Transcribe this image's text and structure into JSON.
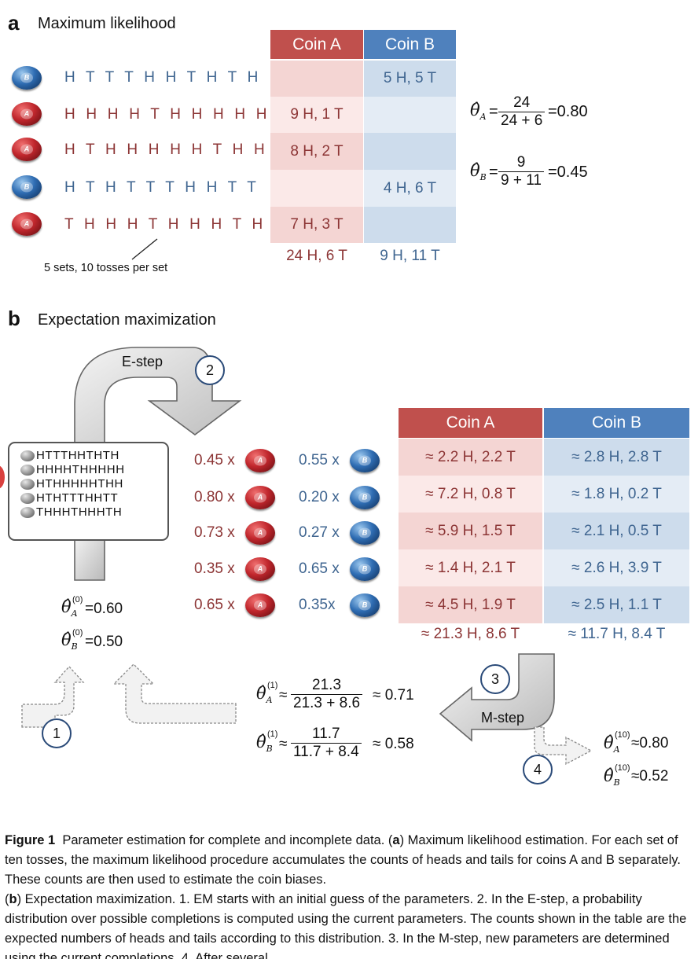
{
  "panel_a": {
    "letter": "a",
    "title": "Maximum likelihood",
    "sequences": [
      {
        "coin": "B",
        "tosses": "H T T T H H T H T H"
      },
      {
        "coin": "A",
        "tosses": "H H H H T H H H H H"
      },
      {
        "coin": "A",
        "tosses": "H T H H H H H T H H"
      },
      {
        "coin": "B",
        "tosses": "H T H T T T H H T T"
      },
      {
        "coin": "A",
        "tosses": "T H H H T H H H T H"
      }
    ],
    "note": "5 sets, 10 tosses per set",
    "table": {
      "header_a": "Coin A",
      "header_b": "Coin B",
      "rows": [
        {
          "a": "",
          "b": "5 H, 5 T"
        },
        {
          "a": "9 H, 1 T",
          "b": ""
        },
        {
          "a": "8 H, 2 T",
          "b": ""
        },
        {
          "a": "",
          "b": "4 H, 6 T"
        },
        {
          "a": "7 H, 3 T",
          "b": ""
        }
      ],
      "total_a": "24 H, 6 T",
      "total_b": "9 H, 11 T"
    },
    "estimates": {
      "theta_a": {
        "num": "24",
        "den": "24 + 6",
        "result": "=0.80"
      },
      "theta_b": {
        "num": "9",
        "den": "9 + 11",
        "result": "=0.45"
      }
    }
  },
  "panel_b": {
    "letter": "b",
    "title": "Expectation maximization",
    "estep_label": "E-step",
    "mstep_label": "M-step",
    "steps": [
      "1",
      "2",
      "3",
      "4"
    ],
    "mini_list": [
      "HTTTHHTHTH",
      "HHHHTHHHHH",
      "HTHHHHHTHH",
      "HTHTTTHHTT",
      "THHHTHHHTH"
    ],
    "weights": [
      {
        "a": "0.45 x",
        "b": "0.55 x"
      },
      {
        "a": "0.80 x",
        "b": "0.20 x"
      },
      {
        "a": "0.73 x",
        "b": "0.27 x"
      },
      {
        "a": "0.35 x",
        "b": "0.65 x"
      },
      {
        "a": "0.65 x",
        "b": "0.35x"
      }
    ],
    "table": {
      "header_a": "Coin A",
      "header_b": "Coin B",
      "rows": [
        {
          "a": "≈ 2.2 H, 2.2 T",
          "b": "≈ 2.8 H, 2.8 T"
        },
        {
          "a": "≈ 7.2 H, 0.8 T",
          "b": "≈ 1.8 H, 0.2 T"
        },
        {
          "a": "≈ 5.9 H, 1.5 T",
          "b": "≈ 2.1 H, 0.5 T"
        },
        {
          "a": "≈ 1.4 H, 2.1 T",
          "b": "≈ 2.6 H, 3.9 T"
        },
        {
          "a": "≈ 4.5 H, 1.9 T",
          "b": "≈ 2.5 H, 1.1 T"
        }
      ],
      "total_a": "≈ 21.3 H, 8.6 T",
      "total_b": "≈ 11.7 H, 8.4 T"
    },
    "initial": {
      "theta_a": "=0.60",
      "theta_b": "=0.50"
    },
    "updated": {
      "theta_a": {
        "num": "21.3",
        "den": "21.3 + 8.6",
        "result": "≈ 0.71"
      },
      "theta_b": {
        "num": "11.7",
        "den": "11.7 + 8.4",
        "result": "≈ 0.58"
      }
    },
    "final": {
      "theta_a": "≈0.80",
      "theta_b": "≈0.52"
    },
    "sup0": "(0)",
    "sup1": "(1)",
    "sup10": "(10)",
    "approx": "≈",
    "equals": "="
  },
  "caption": {
    "label": "Figure 1",
    "text1": "Parameter estimation for complete and incomplete data. (",
    "a": "a",
    "text2": ") Maximum likelihood estimation. For each set of ten tosses, the maximum likelihood procedure accumulates the counts of heads and tails for coins A and B separately. These counts are then used to estimate the coin biases.",
    "line2_open": "(",
    "b": "b",
    "text3": ") Expectation maximization. 1. EM starts with an initial guess of the parameters. 2. In the E-step, a probability distribution over possible completions is computed using the current parameters. The counts shown in the table are the expected numbers of heads and tails according to this distribution. 3. In the M-step, new parameters are determined using the current completions. 4. After several"
  },
  "colors": {
    "red_header": "#c0504d",
    "blue_header": "#4f81bd",
    "red_text": "#8c3535",
    "blue_text": "#3f6590"
  }
}
